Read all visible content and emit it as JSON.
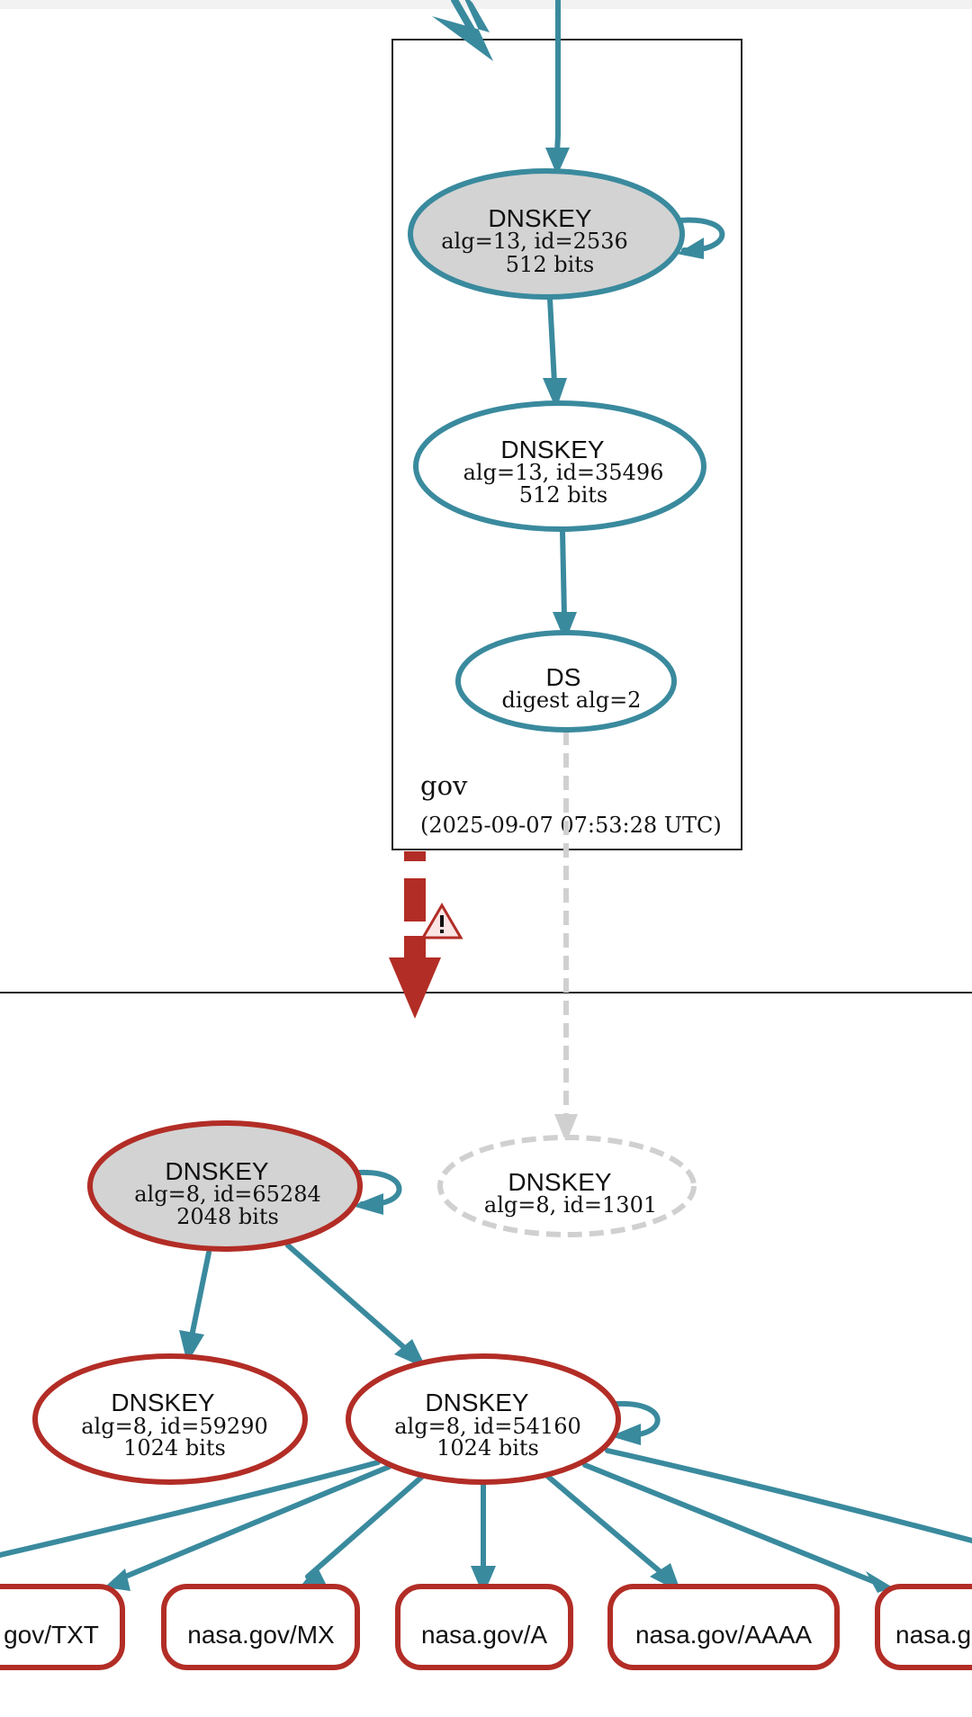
{
  "colors": {
    "secure": "#3a8a9e",
    "bogus": "#b22d26",
    "insecure": "#d0d0d0",
    "sep_fill": "#d3d3d3"
  },
  "zones": {
    "gov": {
      "name": "gov",
      "timestamp": "(2025-09-07 07:53:28 UTC)"
    }
  },
  "nodes": {
    "gov_ksk": {
      "title": "DNSKEY",
      "line1": "alg=13, id=2536",
      "line2": "512 bits"
    },
    "gov_zsk": {
      "title": "DNSKEY",
      "line1": "alg=13, id=35496",
      "line2": "512 bits"
    },
    "gov_ds": {
      "title": "DS",
      "line1": "digest alg=2"
    },
    "nasa_ksk": {
      "title": "DNSKEY",
      "line1": "alg=8, id=65284",
      "line2": "2048 bits"
    },
    "nasa_missing": {
      "title": "DNSKEY",
      "line1": "alg=8, id=1301"
    },
    "nasa_zsk1": {
      "title": "DNSKEY",
      "line1": "alg=8, id=59290",
      "line2": "1024 bits"
    },
    "nasa_zsk2": {
      "title": "DNSKEY",
      "line1": "alg=8, id=54160",
      "line2": "1024 bits"
    }
  },
  "rrsets": [
    {
      "label": "gov/TXT"
    },
    {
      "label": "nasa.gov/MX"
    },
    {
      "label": "nasa.gov/A"
    },
    {
      "label": "nasa.gov/AAAA"
    },
    {
      "label": "nasa.g"
    }
  ],
  "icons": {
    "warning": "warning-icon"
  }
}
